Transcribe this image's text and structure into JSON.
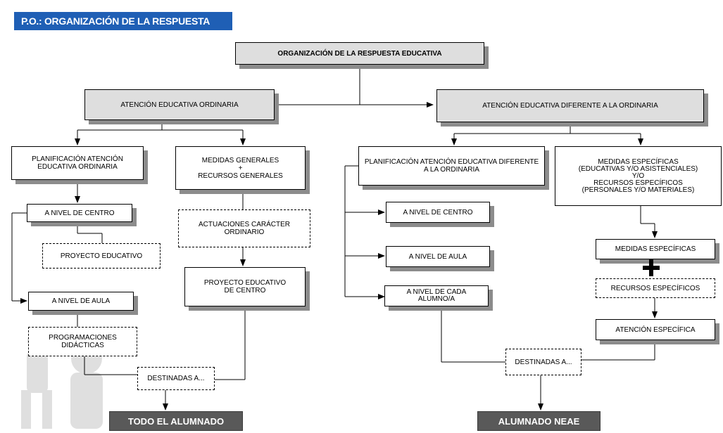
{
  "title": "P.O.: ORGANIZACIÓN DE LA RESPUESTA EDUCATIVA",
  "nodes": {
    "root": "ORGANIZACIÓN DE LA RESPUESTA EDUCATIVA",
    "ordinaria": "ATENCIÓN EDUCATIVA ORDINARIA",
    "diferente": "ATENCIÓN EDUCATIVA DIFERENTE A LA ORDINARIA",
    "planif_ordinaria": "PLANIFICACIÓN ATENCIÓN EDUCATIVA ORDINARIA",
    "medidas_generales": "MEDIDAS GENERALES\n+\nRECURSOS  GENERALES",
    "planif_diferente": "PLANIFICACIÓN ATENCIÓN EDUCATIVA DIFERENTE A LA ORDINARIA",
    "medidas_especificas_long": "MEDIDAS ESPECÍFICAS\n(EDUCATIVAS Y/O ASISTENCIALES)\nY/O\nRECURSOS  ESPECÍFICOS\n(PERSONALES Y/O MATERIALES)",
    "nivel_centro_l": "A NIVEL DE CENTRO",
    "proyecto_educativo": "PROYECTO EDUCATIVO",
    "nivel_aula_l": "A NIVEL DE AULA",
    "programaciones": "PROGRAMACIONES\nDIDÁCTICAS",
    "actuaciones": "ACTUACIONES CARÁCTER\nORDINARIO",
    "proyecto_centro": "PROYECTO EDUCATIVO\nDE CENTRO",
    "destinadas_l": "DESTINADAS A...",
    "todo_alumnado": "TODO EL ALUMNADO",
    "nivel_centro_r": "A NIVEL DE CENTRO",
    "nivel_aula_r": "A NIVEL DE AULA",
    "nivel_alumno": "A NIVEL DE CADA\nALUMNO/A",
    "medidas_especificas": "MEDIDAS ESPECÍFICAS",
    "recursos_especificos": "RECURSOS ESPECÍFICOS",
    "atencion_especifica": "ATENCIÓN ESPECÍFICA",
    "destinadas_r": "DESTINADAS A...",
    "alumnado_neae": "ALUMNADO NEAE"
  },
  "colors": {
    "title_bg": "#1f5fb5",
    "root_bg": "#dedede",
    "shadow": "#8c8c8c",
    "terminal_bg": "#595959"
  }
}
